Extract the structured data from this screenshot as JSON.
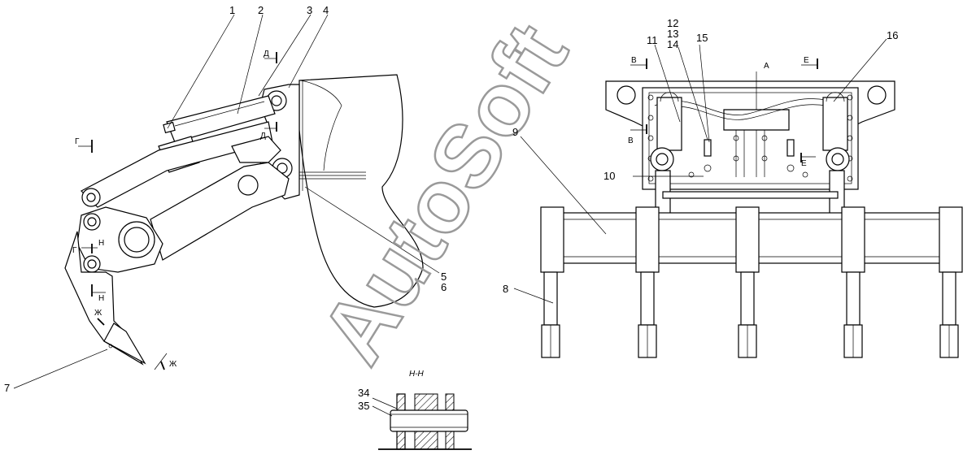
{
  "watermark": "AutoSoft",
  "part_numbers": [
    "1",
    "2",
    "3",
    "4",
    "5",
    "6",
    "7",
    "8",
    "9",
    "10",
    "11",
    "12",
    "13",
    "14",
    "15",
    "16",
    "34",
    "35"
  ],
  "section_marks": {
    "d": "Д",
    "g": "Г",
    "n": "Н",
    "zh": "Ж",
    "v": "В",
    "a": "А",
    "e": "Е"
  },
  "section_title": "Н-Н"
}
